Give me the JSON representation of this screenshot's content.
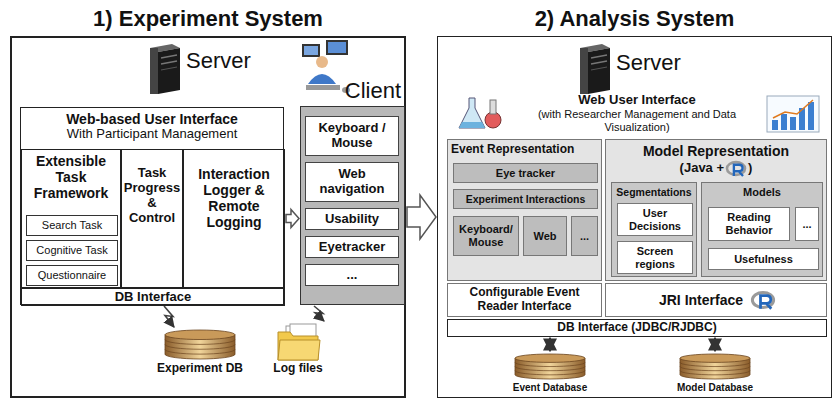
{
  "diagram": {
    "nodes": [
      {
        "text": [
          "1) Experiment System"
        ]
      },
      {
        "text": [
          "Web-based User Interface",
          "With Participant Management"
        ],
        "in": 0
      },
      {
        "text": [
          "Extensible Task Framework"
        ],
        "in": 1
      },
      {
        "text": [
          "Search Task"
        ],
        "in": 2
      },
      {
        "text": [
          "Cognitive Task"
        ],
        "in": 2
      },
      {
        "text": [
          "Questionnaire"
        ],
        "in": 2
      },
      {
        "text": [
          "Task Progress & Control"
        ],
        "in": 1
      },
      {
        "text": [
          "Interaction Logger & Remote Logging"
        ],
        "in": 1
      },
      {
        "text": [
          "DB Interface"
        ],
        "in": 1
      },
      {
        "text": [
          "Client"
        ],
        "in": 0
      },
      {
        "text": [
          "Keyboard / Mouse"
        ],
        "in": 9
      },
      {
        "text": [
          "Web navigation"
        ],
        "in": 9
      },
      {
        "text": [
          "Usability"
        ],
        "in": 9
      },
      {
        "text": [
          "Eyetracker"
        ],
        "in": 9
      },
      {
        "text": [
          "..."
        ],
        "in": 9
      },
      {
        "text": [
          "Experiment DB"
        ],
        "in": 0
      },
      {
        "text": [
          "Log files"
        ],
        "in": 0
      },
      {
        "text": [
          "2) Analysis System"
        ]
      },
      {
        "text": [
          "Web User Interface",
          "(with Researcher Management and Data Visualization)"
        ],
        "in": 17
      },
      {
        "text": [
          "Event Representation"
        ],
        "in": 17
      },
      {
        "text": [
          "Eye tracker"
        ],
        "in": 19
      },
      {
        "text": [
          "Experiment Interactions"
        ],
        "in": 19
      },
      {
        "text": [
          "Keyboard/ Mouse"
        ],
        "in": 19
      },
      {
        "text": [
          "Web"
        ],
        "in": 19
      },
      {
        "text": [
          "..."
        ],
        "in": 19
      },
      {
        "text": [
          "Model Representation",
          "(Java +",
          ")"
        ],
        "in": 17
      },
      {
        "text": [
          "Segmentations"
        ],
        "in": 25
      },
      {
        "text": [
          "User Decisions"
        ],
        "in": 26
      },
      {
        "text": [
          "Screen regions"
        ],
        "in": 26
      },
      {
        "text": [
          "Models"
        ],
        "in": 25
      },
      {
        "text": [
          "Reading Behavior"
        ],
        "in": 29
      },
      {
        "text": [
          "..."
        ],
        "in": 29
      },
      {
        "text": [
          "Usefulness"
        ],
        "in": 29
      },
      {
        "text": [
          "Configurable Event Reader Interface"
        ],
        "in": 17
      },
      {
        "text": [
          "JRI Interface"
        ],
        "in": 17
      },
      {
        "text": [
          "DB Interface (JDBC/RJDBC)"
        ],
        "in": 17
      },
      {
        "text": [
          "Event Database"
        ],
        "in": 17
      },
      {
        "text": [
          "Model Database"
        ],
        "in": 17
      }
    ],
    "edges": [
      {
        "from": 7,
        "to": 9,
        "arrow": "to"
      },
      {
        "from": 1,
        "to": 15,
        "arrow": "to"
      },
      {
        "from": 9,
        "to": 16,
        "arrow": "to"
      },
      {
        "from": 0,
        "to": 17,
        "arrow": "to"
      },
      {
        "from": 35,
        "to": 36,
        "arrow": "both"
      },
      {
        "from": 35,
        "to": 37,
        "arrow": "both"
      }
    ],
    "labels": [
      "Server",
      "Server"
    ]
  }
}
